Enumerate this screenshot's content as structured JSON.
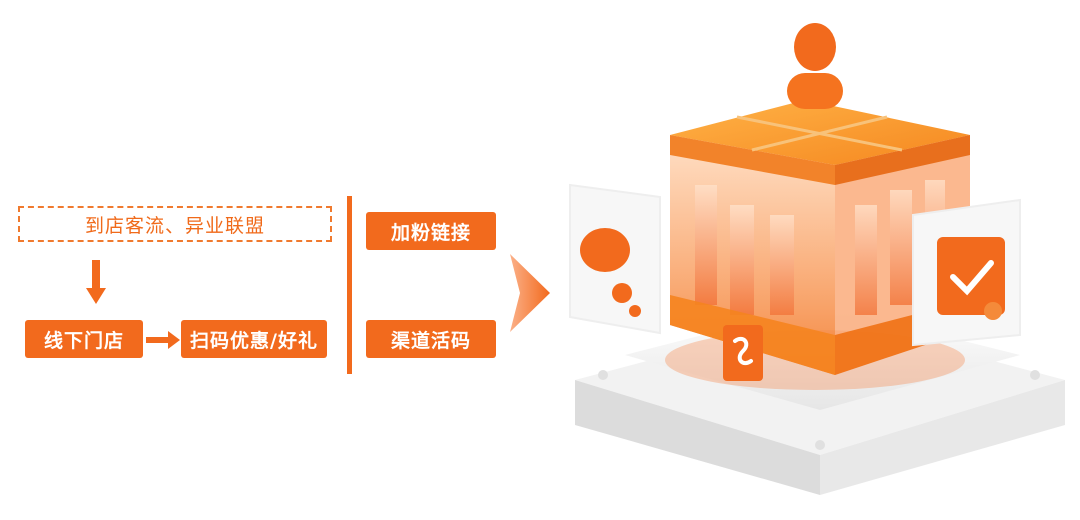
{
  "flow": {
    "source_label": "到店客流、异业联盟",
    "offline_store_label": "线下门店",
    "scan_offer_label": "扫码优惠/好礼"
  },
  "methods": {
    "add_fans_link": "加粉链接",
    "channel_code": "渠道活码"
  },
  "colors": {
    "accent": "#f26a1d",
    "dashed_border": "#f07a2e",
    "arrow_light": "#f9a06a"
  },
  "icons": [
    "down-arrow-icon",
    "right-arrow-icon",
    "big-chevron-arrow-icon",
    "bear-icon",
    "check-user-icon",
    "person-icon",
    "link-icon"
  ]
}
